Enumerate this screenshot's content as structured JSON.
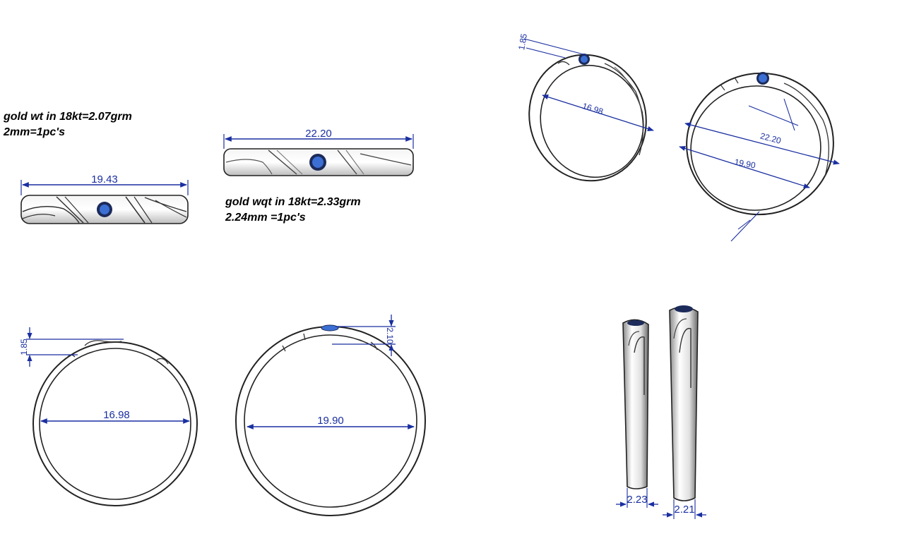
{
  "notes": {
    "ring_small": {
      "line1": "gold wt in 18kt=2.07grm",
      "line2": "2mm=1pc's"
    },
    "ring_large": {
      "line1": "gold wqt in 18kt=2.33grm",
      "line2": "2.24mm =1pc's"
    }
  },
  "dimensions": {
    "small_band_length": "19.43",
    "large_band_length": "22.20",
    "small_inner_diameter": "16.98",
    "large_inner_diameter": "19.90",
    "small_top_thickness": "1.85",
    "large_top_thickness": "2.10",
    "side_width_small": "2.23",
    "side_width_large": "2.21",
    "iso_small_thickness": "1.85",
    "iso_small_diameter": "16.98",
    "iso_large_length": "22.20",
    "iso_large_diameter": "19.90"
  },
  "colors": {
    "dimension_line": "#1a2fa0",
    "stone": "#3b6fd4",
    "metal_outline": "#222222"
  }
}
